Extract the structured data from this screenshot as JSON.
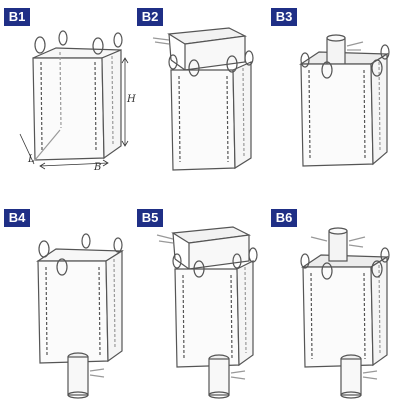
{
  "panels": [
    {
      "id": "B1",
      "label": "B1"
    },
    {
      "id": "B2",
      "label": "B2"
    },
    {
      "id": "B3",
      "label": "B3"
    },
    {
      "id": "B4",
      "label": "B4"
    },
    {
      "id": "B5",
      "label": "B5"
    },
    {
      "id": "B6",
      "label": "B6"
    }
  ],
  "dimensions": {
    "height": "H",
    "length": "L",
    "breadth": "B"
  },
  "colors": {
    "badge": "#1f2f86",
    "line": "#555555",
    "fill": "#f2f2f2"
  }
}
